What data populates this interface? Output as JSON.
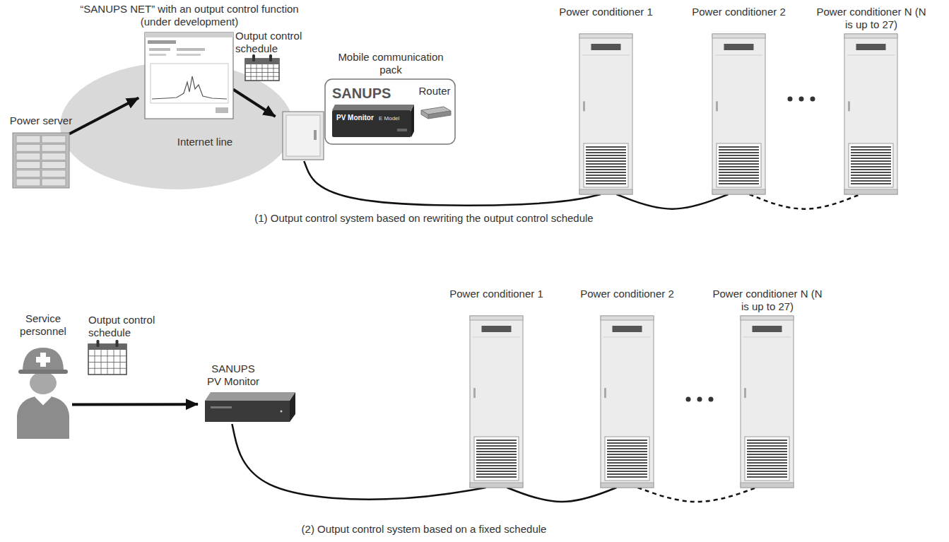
{
  "diagram": {
    "nodes": [
      {
        "text": [
          "Power server"
        ]
      },
      {
        "text": [
          "Internet line"
        ]
      },
      {
        "text": [
          "“SANUPS NET” with an output control function (under development)"
        ]
      },
      {
        "text": [
          "Output control schedule"
        ]
      },
      {
        "text": [
          "Mobile communication pack"
        ]
      },
      {
        "text": [
          "SANUPS",
          "PV Monitor",
          "E Model"
        ],
        "in": 4
      },
      {
        "text": [
          "Router"
        ],
        "in": 4
      },
      {
        "text": [
          "Power conditioner 1"
        ]
      },
      {
        "text": [
          "Power conditioner 2"
        ]
      },
      {
        "text": [
          "Power conditioner N (N is up to 27)"
        ]
      },
      {
        "text": [
          "Service personnel"
        ]
      },
      {
        "text": [
          "Output control schedule"
        ]
      },
      {
        "text": [
          "SANUPS PV Monitor"
        ]
      },
      {
        "text": [
          "Power conditioner 1"
        ]
      },
      {
        "text": [
          "Power conditioner 2"
        ]
      },
      {
        "text": [
          "Power conditioner N (N is up to 27)"
        ]
      }
    ],
    "edges": [
      {
        "from": 0,
        "to": 2,
        "arrow": "to"
      },
      {
        "from": 2,
        "to": 4,
        "arrow": "to"
      },
      {
        "from": 4,
        "to": 7,
        "arrow": "none"
      },
      {
        "from": 7,
        "to": 8,
        "arrow": "none"
      },
      {
        "from": 8,
        "to": 9,
        "arrow": "none"
      },
      {
        "from": 10,
        "to": 12,
        "arrow": "to"
      },
      {
        "from": 12,
        "to": 13,
        "arrow": "none"
      },
      {
        "from": 13,
        "to": 14,
        "arrow": "none"
      },
      {
        "from": 14,
        "to": 15,
        "arrow": "none"
      }
    ],
    "labels": [
      "(1) Output control system based on rewriting the output control schedule",
      "(2) Output control system based on a fixed schedule"
    ]
  }
}
